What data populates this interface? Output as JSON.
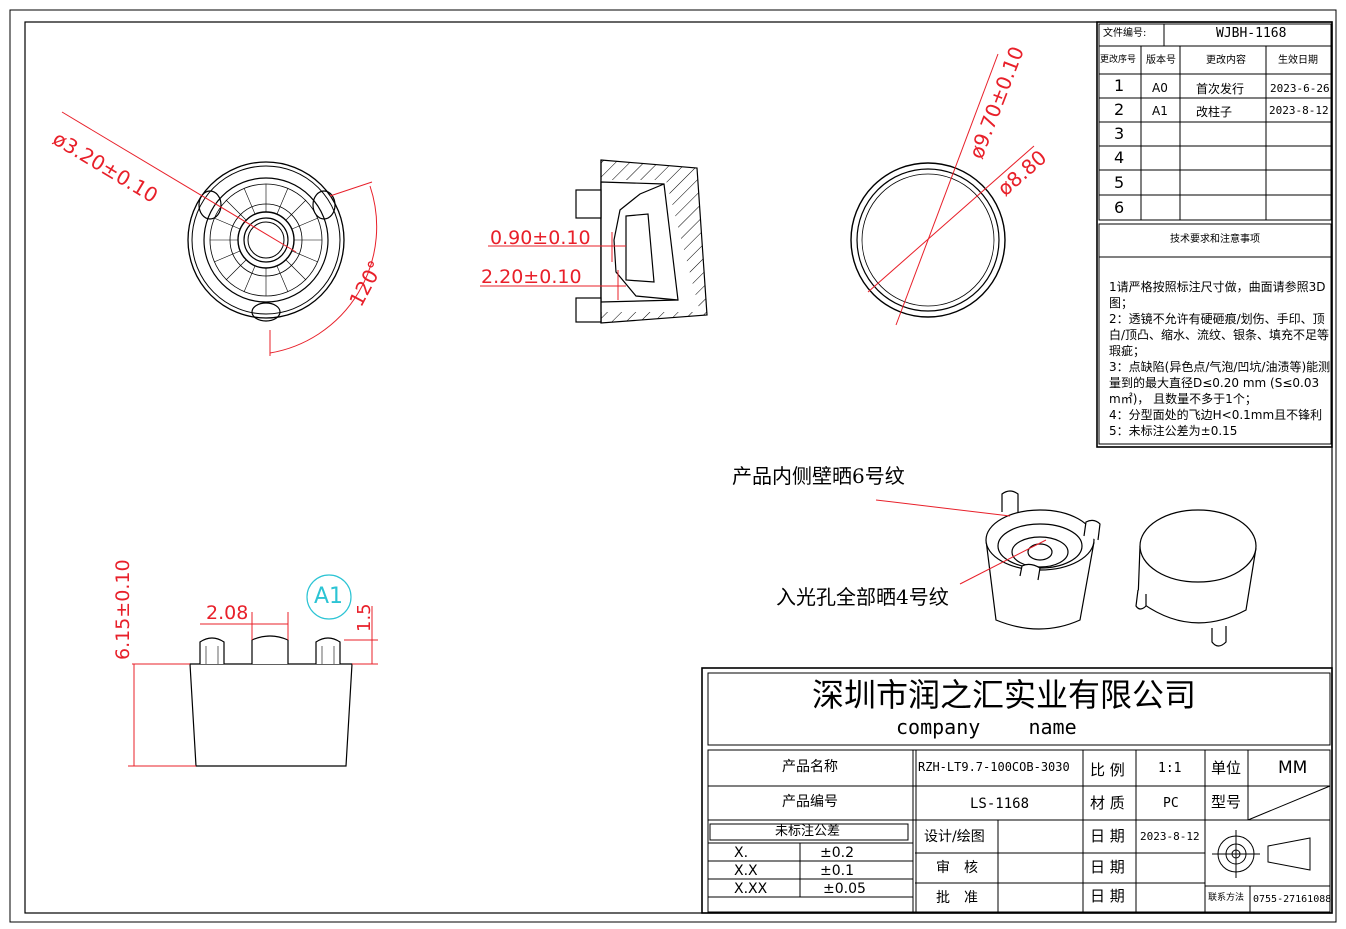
{
  "dimensions": {
    "d_hole": "ø3.20±0.10",
    "angle": "120°",
    "depth1": "0.90±0.10",
    "depth2": "2.20±0.10",
    "d_outer": "ø9.70±0.10",
    "d_inner": "ø8.80",
    "height": "6.15±0.10",
    "pitch": "2.08",
    "pin_h": "1.5",
    "rev_mark": "A1"
  },
  "callouts": {
    "inner_wall": "产品内侧壁晒6号纹",
    "light_hole": "入光孔全部晒4号纹"
  },
  "revision_block": {
    "file_no_label": "文件编号:",
    "file_no": "WJBH-1168",
    "headers": [
      "更改序号",
      "版本号",
      "更改内容",
      "生效日期"
    ],
    "rows": [
      {
        "no": "1",
        "ver": "A0",
        "content": "首次发行",
        "date": "2023-6-26"
      },
      {
        "no": "2",
        "ver": "A1",
        "content": "改柱子",
        "date": "2023-8-12"
      },
      {
        "no": "3",
        "ver": "",
        "content": "",
        "date": ""
      },
      {
        "no": "4",
        "ver": "",
        "content": "",
        "date": ""
      },
      {
        "no": "5",
        "ver": "",
        "content": "",
        "date": ""
      },
      {
        "no": "6",
        "ver": "",
        "content": "",
        "date": ""
      }
    ]
  },
  "tech_notes": {
    "title": "技术要求和注意事项",
    "lines": [
      "1请严格按照标注尺寸做，曲面请参照3D图；",
      "2：透镜不允许有硬砸痕/划伤、手印、顶白/顶凸、缩水、流纹、银条、填充不足等瑕疵；",
      "3：点缺陷(异色点/气泡/凹坑/油渍等)能测量到的最大直径D≤0.20 mm (S≤0.03 m㎡)， 且数量不多于1个；",
      "4：分型面处的飞边H<0.1mm且不锋利",
      "5：未标注公差为±0.15"
    ]
  },
  "title_block": {
    "company_cn": "深圳市润之汇实业有限公司",
    "company_en": "company    name",
    "product_name_label": "产品名称",
    "product_name": "RZH-LT9.7-100COB-3030",
    "product_no_label": "产品编号",
    "product_no": "LS-1168",
    "scale_label": "比 例",
    "scale": "1:1",
    "unit_label": "单位",
    "unit": "MM",
    "material_label": "材 质",
    "material": "PC",
    "model_label": "型号",
    "model": "",
    "design_label": "设计/绘图",
    "review_label": "审　核",
    "approve_label": "批　准",
    "date_label": "日 期",
    "date1": "2023-8-12",
    "contact_label": "联系方法",
    "contact": "0755-27161088",
    "tolerance_title": "未标注公差",
    "tolerances": [
      {
        "k": "X.",
        "v": "±0.2"
      },
      {
        "k": "X.X",
        "v": "±0.1"
      },
      {
        "k": "X.XX",
        "v": "±0.05"
      }
    ]
  }
}
